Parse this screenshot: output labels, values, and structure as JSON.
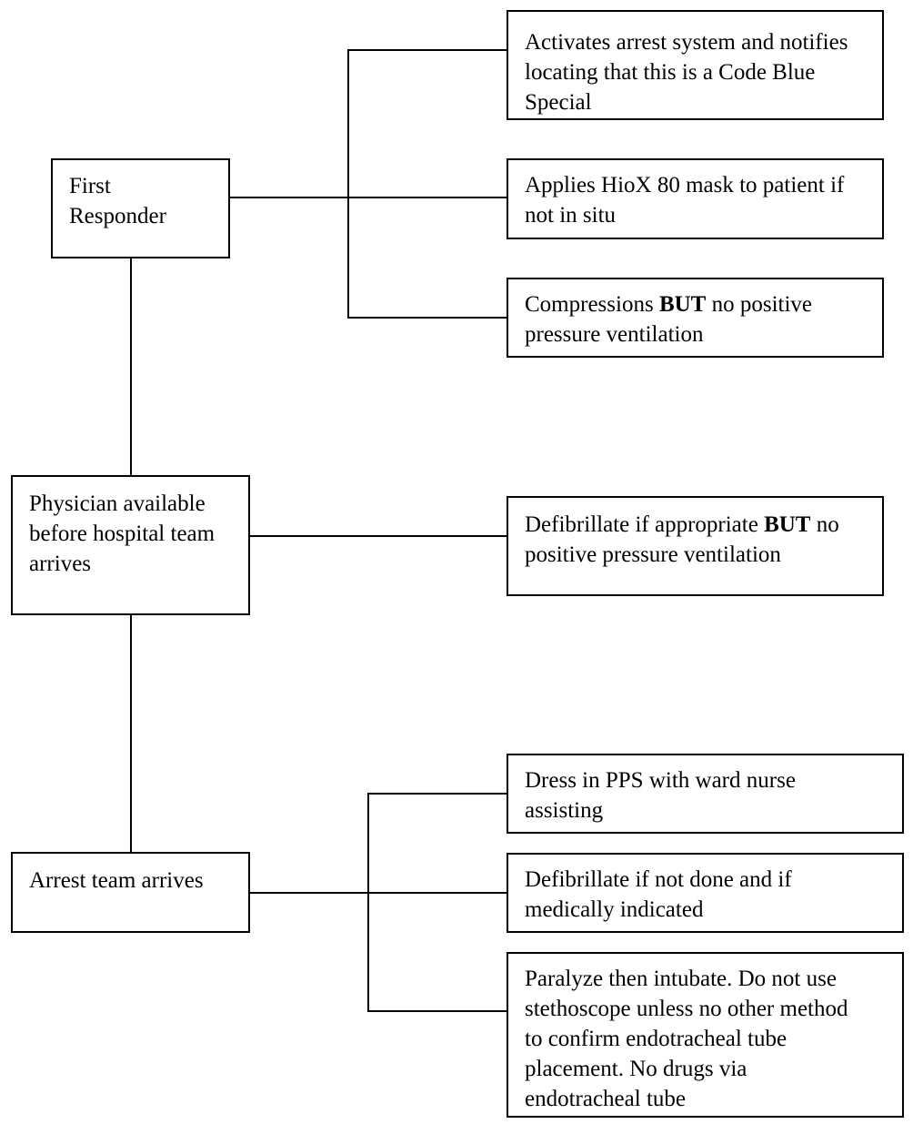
{
  "steps": [
    {
      "label": "First\nResponder",
      "actions": [
        {
          "pre": "Activates arrest system and notifies locating that this is a Code Blue Special",
          "bold": "",
          "post": ""
        },
        {
          "pre": "Applies HioX 80 mask to patient if not in situ",
          "bold": "",
          "post": ""
        },
        {
          "pre": "Compressions ",
          "bold": "BUT",
          "post": " no positive pressure ventilation"
        }
      ]
    },
    {
      "label": "Physician available before hospital team arrives",
      "actions": [
        {
          "pre": "Defibrillate if appropriate ",
          "bold": "BUT",
          "post": " no positive pressure ventilation"
        }
      ]
    },
    {
      "label": "Arrest team arrives",
      "actions": [
        {
          "pre": "Dress in PPS with ward nurse assisting",
          "bold": "",
          "post": ""
        },
        {
          "pre": "Defibrillate if not done and if medically indicated",
          "bold": "",
          "post": ""
        },
        {
          "pre": "Paralyze then intubate. Do not use stethoscope unless no other method to confirm endotracheal tube placement. No drugs via endotracheal tube",
          "bold": "",
          "post": ""
        }
      ]
    }
  ]
}
